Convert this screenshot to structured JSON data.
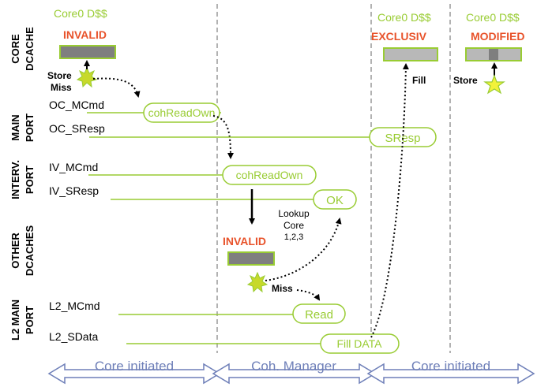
{
  "rows": [
    {
      "id": "core-dcache",
      "line1": "CORE",
      "line2": "DCACHE"
    },
    {
      "id": "main-port",
      "line1": "MAIN",
      "line2": "PORT"
    },
    {
      "id": "interv-port",
      "line1": "INTERV.",
      "line2": "PORT"
    },
    {
      "id": "other-dcaches",
      "line1": "OTHER",
      "line2": "DCACHES"
    },
    {
      "id": "l2-main-port",
      "line1": "L2 MAIN",
      "line2": "PORT"
    }
  ],
  "cache_blocks": {
    "initial": {
      "title": "Core0 D$$",
      "state": "INVALID"
    },
    "exclusive": {
      "title": "Core0 D$$",
      "state": "EXCLUSIV"
    },
    "modified": {
      "title": "Core0 D$$",
      "state": "MODIFIED"
    },
    "other": {
      "state": "INVALID"
    }
  },
  "signals": {
    "oc_mcmd": "OC_MCmd",
    "oc_sresp": "OC_SResp",
    "iv_mcmd": "IV_MCmd",
    "iv_sresp": "IV_SResp",
    "l2_mcmd": "L2_MCmd",
    "l2_sdata": "L2_SData"
  },
  "messages": {
    "coh_read_own_main": "cohReadOwn",
    "sresp": "SResp",
    "coh_read_own_interv": "cohReadOwn",
    "ok": "OK",
    "read": "Read",
    "fill_data": "Fill DATA"
  },
  "annotations": {
    "store_miss_line1": "Store",
    "store_miss_line2": "Miss",
    "fill": "Fill",
    "store": "Store",
    "lookup_line1": "Lookup",
    "lookup_line2": "Core",
    "lookup_line3": "1,2,3",
    "miss": "Miss"
  },
  "phases": [
    {
      "id": "core-initiated-1",
      "label": "Core initiated"
    },
    {
      "id": "coh-manager",
      "label": "Coh. Manager"
    },
    {
      "id": "core-initiated-2",
      "label": "Core initiated"
    }
  ],
  "colors": {
    "accent": "#99cc33",
    "state": "#e8532b",
    "cache_fill": "#7f7f7f",
    "cache_light": "#b8b8b8",
    "phase": "#6e7fb8",
    "divider": "#999999",
    "star": "#f2f23a"
  }
}
